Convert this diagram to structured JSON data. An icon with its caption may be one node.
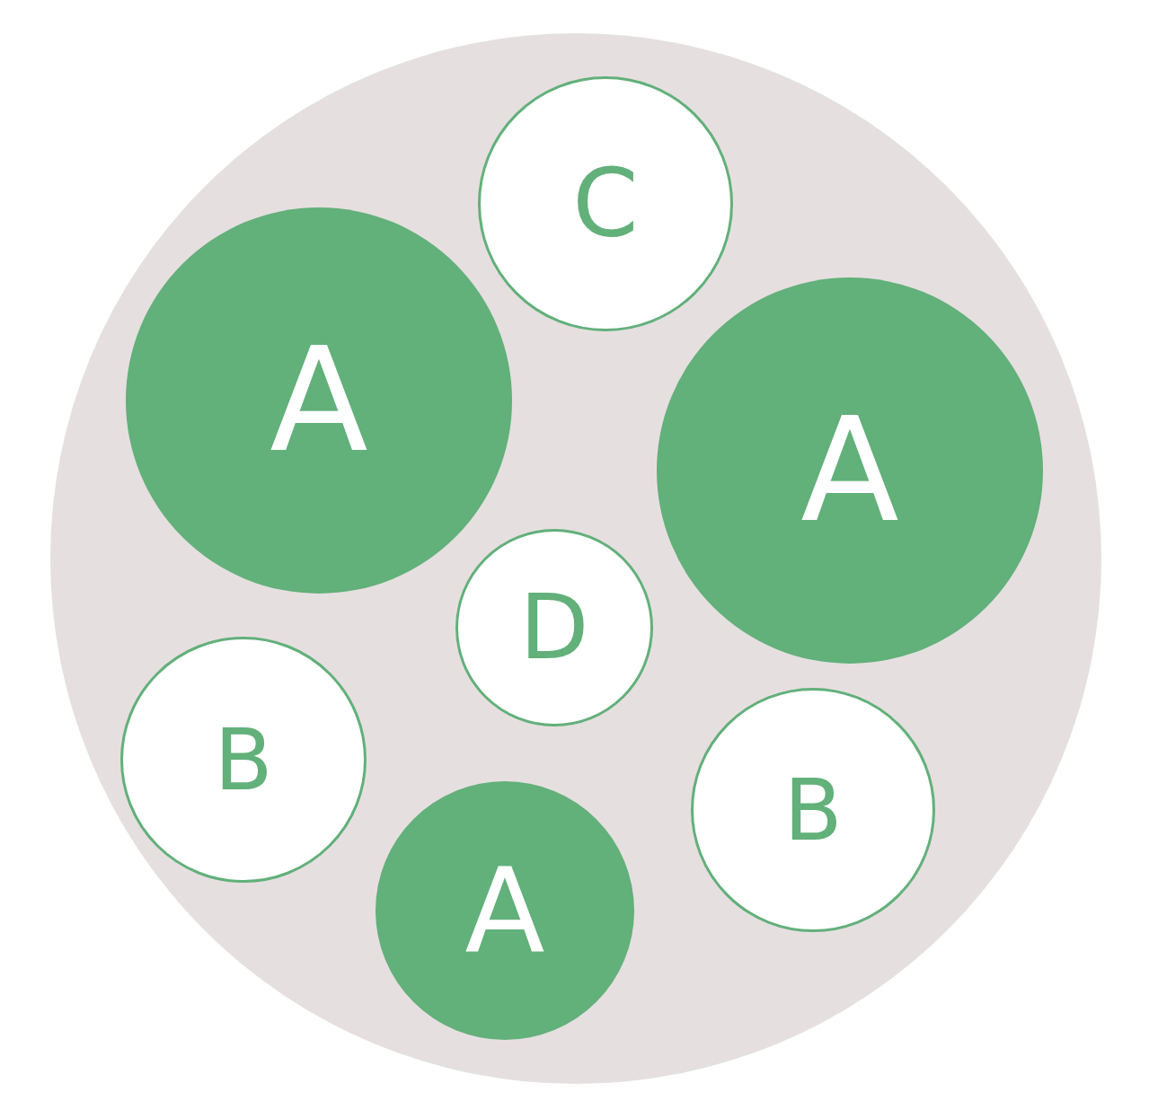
{
  "diagram": {
    "nodes": [
      {
        "text": [],
        "shape": "circle"
      },
      {
        "text": [
          "C"
        ],
        "in": 0
      },
      {
        "text": [
          "A"
        ],
        "in": 0
      },
      {
        "text": [
          "A"
        ],
        "in": 0
      },
      {
        "text": [
          "D"
        ],
        "in": 0
      },
      {
        "text": [
          "B"
        ],
        "in": 0
      },
      {
        "text": [
          "B"
        ],
        "in": 0
      },
      {
        "text": [
          "A"
        ],
        "in": 0
      }
    ]
  }
}
